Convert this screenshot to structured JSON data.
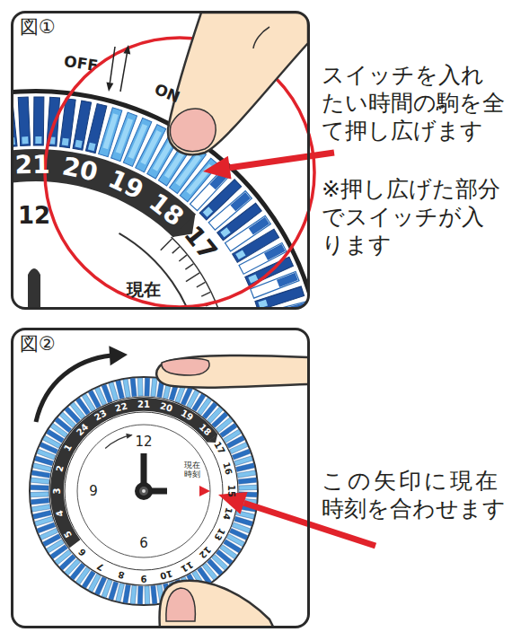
{
  "diagram": {
    "nodes": [
      {
        "text": [
          "図①"
        ]
      },
      {
        "text": [
          "図②"
        ]
      }
    ],
    "labels": [
      "スイッチを入れたい時間の駒を全て押し広げます",
      "※押し広げた部分でスイッチが入ります",
      "OFF",
      "ON",
      "21",
      "20",
      "19",
      "18",
      "17",
      "12",
      "現在",
      "1",
      "24",
      "23",
      "22",
      "21",
      "20",
      "19",
      "18",
      "17",
      "16",
      "15",
      "14",
      "13",
      "12",
      "11",
      "10",
      "9",
      "8",
      "7",
      "6",
      "5",
      "4",
      "3",
      "2",
      "12",
      "9",
      "6",
      "現在 時刻",
      "この矢印に現在時刻を合わせます"
    ]
  }
}
